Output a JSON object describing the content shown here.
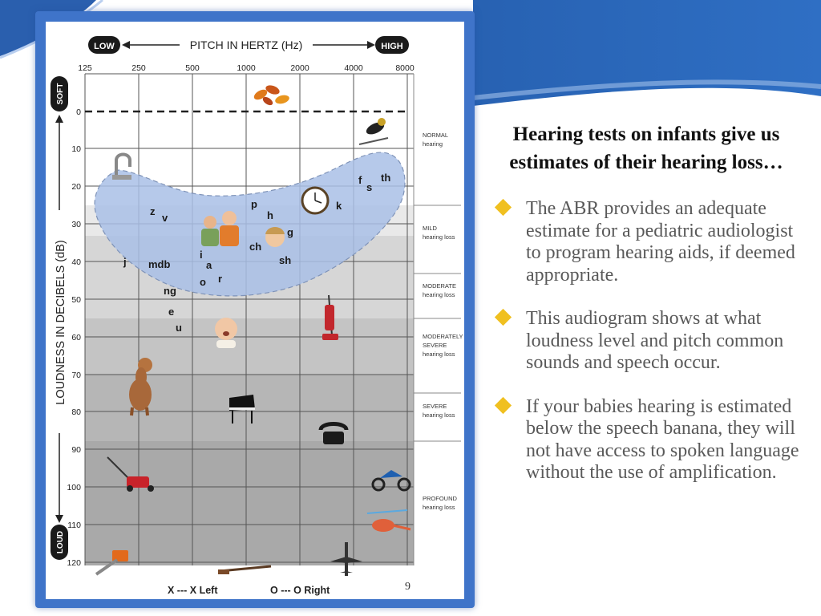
{
  "slide": {
    "title_line1": "Hearing tests on infants give us",
    "title_line2": "estimates of their hearing loss…",
    "bullets": [
      {
        "text": "The ABR provides an adequate estimate for a pediatric audiologist to program hearing aids, if deemed appropriate."
      },
      {
        "text": "This audiogram shows at what loudness level and pitch common sounds and speech occur."
      },
      {
        "text": "If your babies hearing is estimated below the speech banana, they will not have access to spoken language without the use of amplification."
      }
    ],
    "page_number": "9"
  },
  "audiogram": {
    "top_low": "LOW",
    "top_title": "PITCH IN HERTZ (Hz)",
    "top_high": "HIGH",
    "side_title": "LOUDNESS IN DECIBELS (dB)",
    "soft": "SOFT",
    "loud": "LOUD",
    "freq_ticks": [
      "125",
      "250",
      "500",
      "1000",
      "2000",
      "4000",
      "8000"
    ],
    "db_ticks": [
      "0",
      "10",
      "20",
      "30",
      "40",
      "50",
      "60",
      "70",
      "80",
      "90",
      "100",
      "110",
      "120"
    ],
    "bands": [
      {
        "line1": "NORMAL",
        "line2": "hearing",
        "line3": ""
      },
      {
        "line1": "MILD",
        "line2": "hearing loss",
        "line3": ""
      },
      {
        "line1": "MODERATE",
        "line2": "hearing loss",
        "line3": ""
      },
      {
        "line1": "MODERATELY",
        "line2": "SEVERE",
        "line3": "hearing loss"
      },
      {
        "line1": "SEVERE",
        "line2": "hearing loss",
        "line3": ""
      },
      {
        "line1": "PROFOUND",
        "line2": "hearing loss",
        "line3": ""
      }
    ],
    "speech_sounds": [
      "z",
      "v",
      "j",
      "mdb",
      "ng",
      "e",
      "u",
      "i",
      "a",
      "o",
      "r",
      "p",
      "h",
      "ch",
      "g",
      "sh",
      "k",
      "f",
      "s",
      "th"
    ],
    "legend_left": "X --- X Left",
    "legend_right": "O --- O Right",
    "colors": {
      "frame": "#3f74c9",
      "banana": "#a9bfe6",
      "mild_shade": "#e9e9e9",
      "mod_shade": "#d4d4d4",
      "sev_shade": "#bdbdbd",
      "prof_shade": "#a7a7a7",
      "bullet": "#f0c020"
    }
  }
}
